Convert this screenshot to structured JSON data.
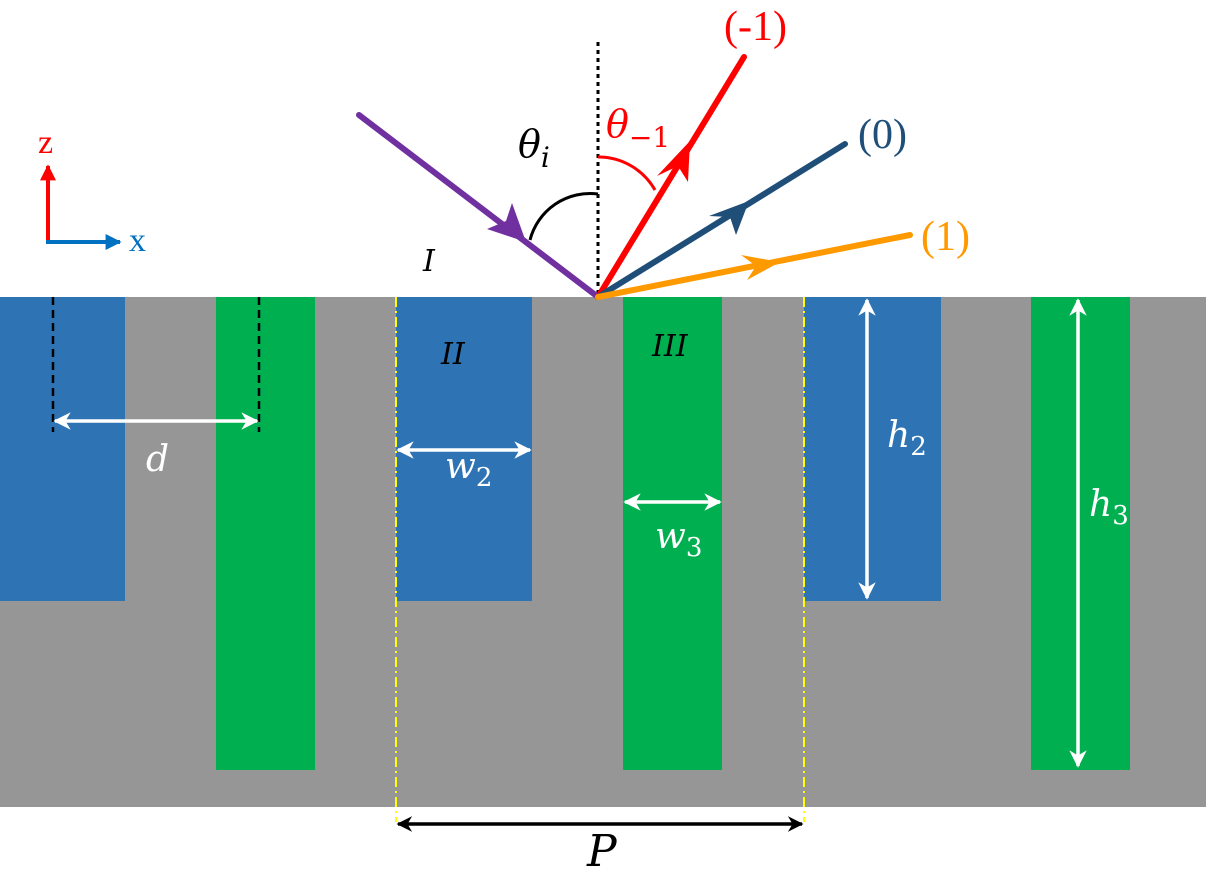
{
  "colors": {
    "substrate": "#969696",
    "groove_ii": "#2e74b5",
    "groove_iii": "#00b050",
    "incident": "#7030a0",
    "order_minus1": "#ff0000",
    "order_0": "#1f4e79",
    "order_1": "#ff9900",
    "z_axis": "#ff0000",
    "x_axis": "#0070c0",
    "period_marker": "#ffff00",
    "dimension_arrow": "#ffffff",
    "period_arrow": "#000000"
  },
  "axes": {
    "z": "z",
    "x": "x"
  },
  "orders": {
    "minus1": "(-1)",
    "zero": "(0)",
    "plus1": "(1)"
  },
  "angles": {
    "incident_symbol": "θ",
    "incident_sub": "i",
    "diffracted_symbol": "θ",
    "diffracted_sub": "−1"
  },
  "regions": {
    "I": "I",
    "II": "II",
    "III": "III"
  },
  "dimensions": {
    "d": "d",
    "w2_symbol": "w",
    "w2_sub": "2",
    "w3_symbol": "w",
    "w3_sub": "3",
    "h2_symbol": "h",
    "h2_sub": "2",
    "h3_symbol": "h",
    "h3_sub": "3",
    "P": "P"
  }
}
